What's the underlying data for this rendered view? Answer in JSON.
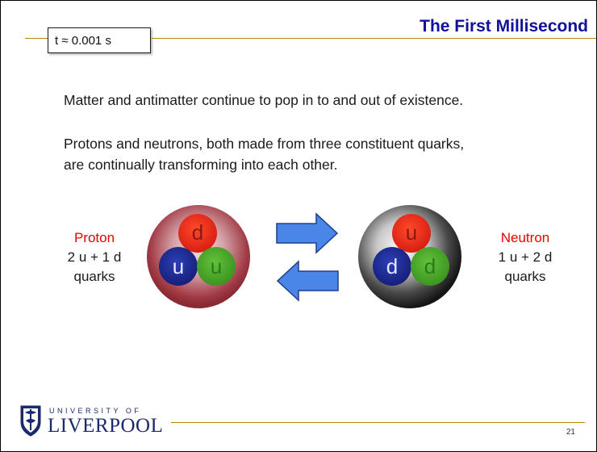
{
  "header": {
    "time_label": "t ≈ 0.001 s",
    "title": "The First Millisecond"
  },
  "body": {
    "line1": "Matter and antimatter continue to pop in to and out of existence.",
    "line2a": "Protons and neutrons, both made from three constituent quarks,",
    "line2b": "are continually transforming into each other."
  },
  "proton": {
    "name": "Proton",
    "composition": "2 u + 1 d",
    "unit": "quarks",
    "quarks": [
      "d",
      "u",
      "u"
    ]
  },
  "neutron": {
    "name": "Neutron",
    "composition": "1 u + 2 d",
    "unit": "quarks",
    "quarks": [
      "u",
      "d",
      "d"
    ]
  },
  "footer": {
    "university_small": "UNIVERSITY OF",
    "university_big": "LIVERPOOL",
    "page_number": "21"
  },
  "colors": {
    "title": "#10109a",
    "accent_rule": "#b8860b",
    "particle_name": "#e60000",
    "quark_red": "#e62a1a",
    "quark_blue": "#1f2e9c",
    "quark_green": "#4aab2a",
    "arrow": "#4a86e8"
  }
}
